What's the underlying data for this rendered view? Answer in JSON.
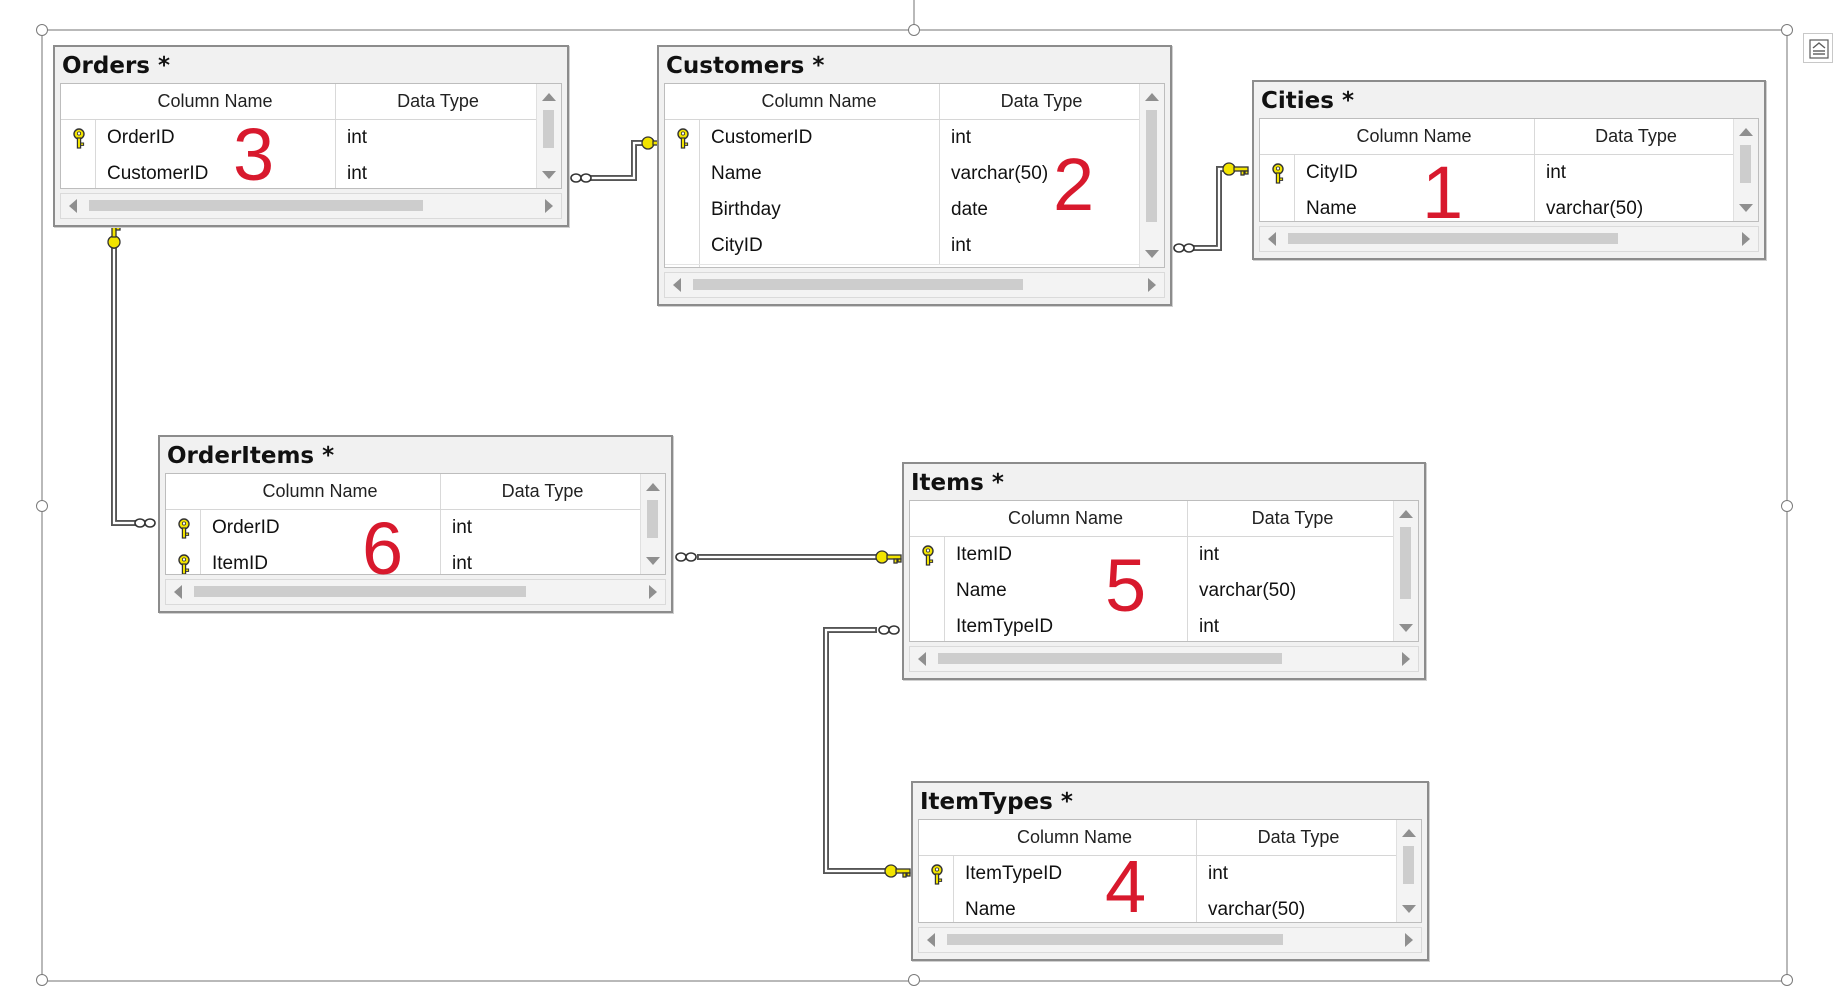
{
  "header": {
    "col_name": "Column Name",
    "col_type": "Data Type"
  },
  "colors": {
    "accent_number": "#d8192d",
    "key_yellow": "#f2e400",
    "connector": "#555555"
  },
  "icons": {
    "key": "primary-key-icon",
    "infinity": "many-end-icon",
    "corner": "auto-arrange-icon"
  },
  "tables": [
    {
      "id": "orders",
      "title": "Orders *",
      "number": "3",
      "rows": [
        {
          "name": "OrderID",
          "type": "int",
          "pk": true
        },
        {
          "name": "CustomerID",
          "type": "int",
          "pk": false
        }
      ]
    },
    {
      "id": "customers",
      "title": "Customers *",
      "number": "2",
      "rows": [
        {
          "name": "CustomerID",
          "type": "int",
          "pk": true
        },
        {
          "name": "Name",
          "type": "varchar(50)",
          "pk": false
        },
        {
          "name": "Birthday",
          "type": "date",
          "pk": false
        },
        {
          "name": "CityID",
          "type": "int",
          "pk": false
        }
      ]
    },
    {
      "id": "cities",
      "title": "Cities *",
      "number": "1",
      "rows": [
        {
          "name": "CityID",
          "type": "int",
          "pk": true
        },
        {
          "name": "Name",
          "type": "varchar(50)",
          "pk": false
        }
      ]
    },
    {
      "id": "orderitems",
      "title": "OrderItems *",
      "number": "6",
      "rows": [
        {
          "name": "OrderID",
          "type": "int",
          "pk": true
        },
        {
          "name": "ItemID",
          "type": "int",
          "pk": true
        }
      ]
    },
    {
      "id": "items",
      "title": "Items *",
      "number": "5",
      "rows": [
        {
          "name": "ItemID",
          "type": "int",
          "pk": true
        },
        {
          "name": "Name",
          "type": "varchar(50)",
          "pk": false
        },
        {
          "name": "ItemTypeID",
          "type": "int",
          "pk": false
        }
      ]
    },
    {
      "id": "itemtypes",
      "title": "ItemTypes *",
      "number": "4",
      "rows": [
        {
          "name": "ItemTypeID",
          "type": "int",
          "pk": true
        },
        {
          "name": "Name",
          "type": "varchar(50)",
          "pk": false
        }
      ]
    }
  ]
}
